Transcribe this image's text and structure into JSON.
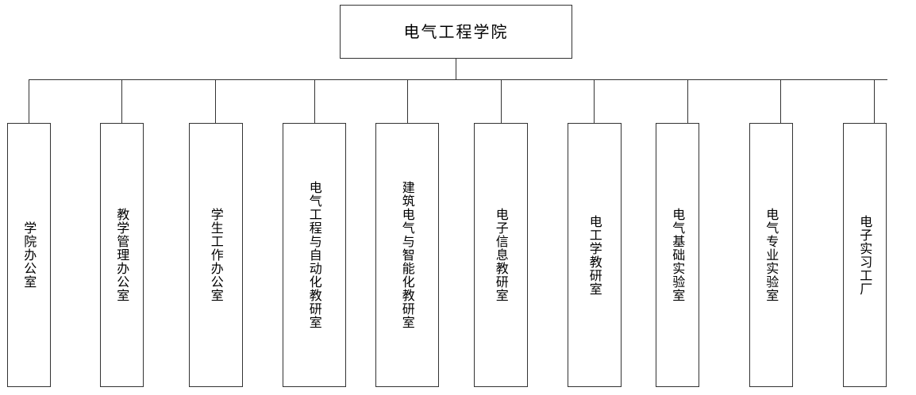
{
  "chart_data": {
    "type": "diagram",
    "title": "电气工程学院",
    "root": {
      "label": "电气工程学院"
    },
    "children": [
      {
        "label": "学院办公室"
      },
      {
        "label": "教学管理办公室"
      },
      {
        "label": "学生工作办公室"
      },
      {
        "label": "电气工程与自动化教研室"
      },
      {
        "label": "建筑电气与智能化教研室"
      },
      {
        "label": "电子信息教研室"
      },
      {
        "label": "电工学教研室"
      },
      {
        "label": "电气基础实验室"
      },
      {
        "label": "电气专业实验室"
      },
      {
        "label": "电子实习工厂"
      }
    ],
    "colors": {
      "line": "#333333",
      "background": "#ffffff",
      "text": "#000000"
    }
  }
}
